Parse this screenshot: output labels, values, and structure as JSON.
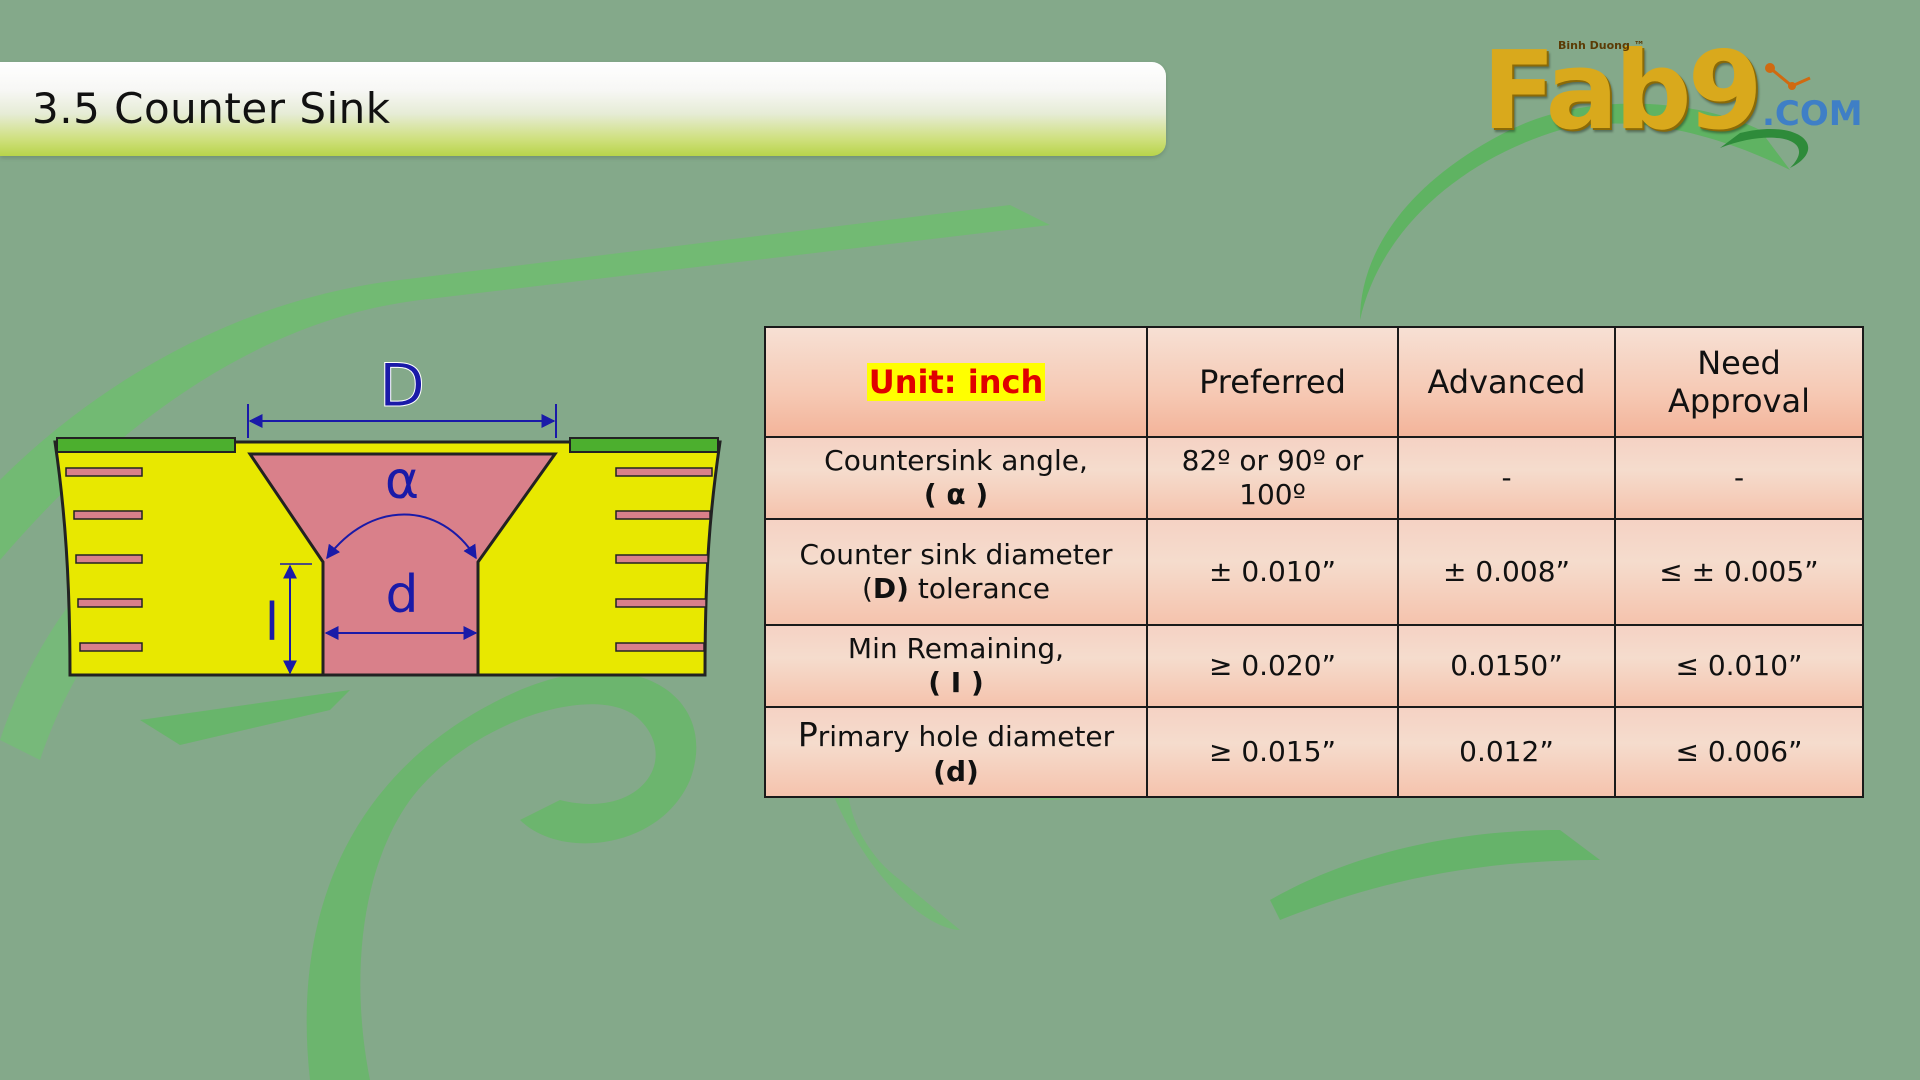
{
  "slide": {
    "title": "3.5 Counter Sink"
  },
  "logo": {
    "brand": "Fab9",
    "suffix": ".COM",
    "subtitle": "Binh Duong ™"
  },
  "diagram": {
    "label_D": "D",
    "label_alpha": "α",
    "label_d": "d",
    "label_l": "l"
  },
  "table": {
    "headers": {
      "unit": "Unit: inch",
      "preferred": "Preferred",
      "advanced": "Advanced",
      "approval_line1": "Need",
      "approval_line2": "Approval"
    },
    "rows": [
      {
        "param_line1": "Countersink angle,",
        "param_line2": "( α )",
        "preferred": "82º or 90º or 100º",
        "advanced": "-",
        "approval": "-"
      },
      {
        "param_line1": "Counter sink diameter",
        "param_prefix": "(",
        "param_bold": "D)",
        "param_suffix": " tolerance",
        "preferred": "± 0.010”",
        "advanced": "± 0.008”",
        "approval": "≤ ± 0.005”"
      },
      {
        "param_line1": "Min Remaining,",
        "param_line2": "( I )",
        "preferred": "≥ 0.020”",
        "advanced": "0.0150”",
        "approval": "≤ 0.010”"
      },
      {
        "param_first": "P",
        "param_rest": "rimary hole diameter",
        "param_line2": "(d)",
        "preferred": "≥  0.015”",
        "advanced": "0.012”",
        "approval": "≤  0.006”"
      }
    ]
  },
  "colors": {
    "background": "#84a98a",
    "ribbon": "#6fbd6f",
    "board_yellow": "#e8e800",
    "copper_green": "#4caf2e",
    "hole_pink": "#d9808a",
    "dimension_blue": "#1a1aa8",
    "table_fill": "#f5c9b6",
    "unit_text": "#e00000",
    "unit_highlight": "#ffff00"
  }
}
